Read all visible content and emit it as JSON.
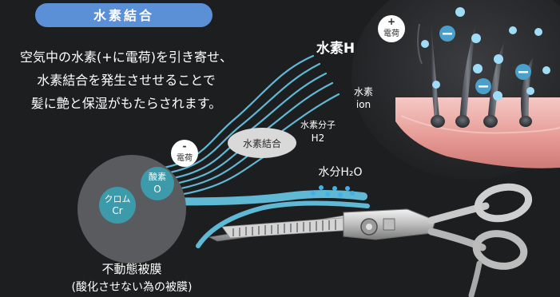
{
  "header": {
    "title": "水素結合"
  },
  "description": {
    "line1": "空気中の水素(+に電荷)を引き寄せ、",
    "line2": "水素結合を発生させせることで",
    "line3": "髪に艶と保湿がもたらされます。"
  },
  "labels": {
    "hydrogen": "水素H",
    "hydrogen_ion_line1": "水素",
    "hydrogen_ion_line2": "ion",
    "hydrogen_molecule_line1": "水素分子",
    "hydrogen_molecule_line2": "H2",
    "water": "水分H₂O",
    "hydrogen_bond": "水素結合",
    "minus_charge_sign": "-",
    "minus_charge_text": "電荷",
    "plus_charge_sign": "+",
    "plus_charge_text": "電荷",
    "oxygen_line1": "酸素",
    "oxygen_line2": "O",
    "chrome_line1": "クロム",
    "chrome_line2": "Cr",
    "passive_film_line1": "不動態被膜",
    "passive_film_line2": "(酸化させない為の被膜)"
  },
  "colors": {
    "background": "#1d1e20",
    "header_pill": "#5b8fd6",
    "stream": "#5fb8d4",
    "water_droplet": "#43b0e6",
    "chrome_circle": "#5a5b5f",
    "element_circle": "#3d9aaa",
    "hydrogen_ion_dot": "#9fdcf7",
    "negative_ion_dot": "#4a9fcb"
  },
  "icons": {
    "scissors": "thinning-scissors-icon",
    "hair": "hair-strands-icon",
    "scalp": "scalp-skin-icon"
  }
}
